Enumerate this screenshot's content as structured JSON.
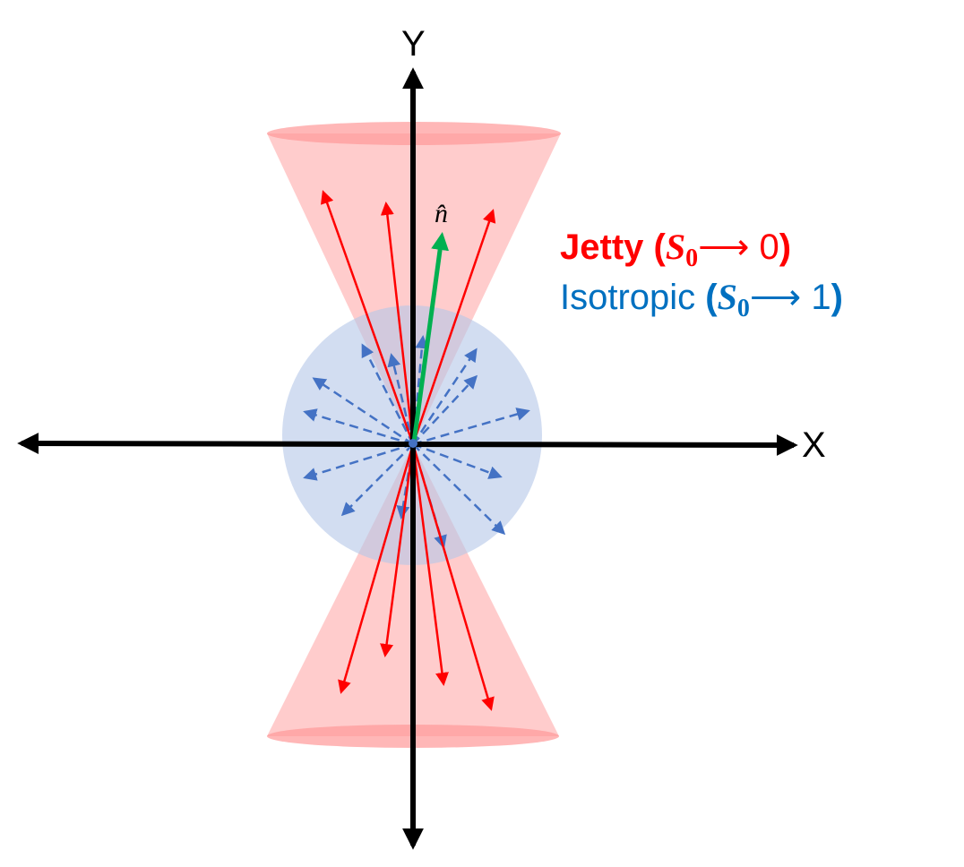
{
  "axes": {
    "x_label": "X",
    "y_label": "Y"
  },
  "vector_label": "n̂",
  "legend": {
    "jetty": {
      "word": "Jetty",
      "open": "(",
      "symbol": "S",
      "subscript": "0",
      "arrow_value": "⟶ 0",
      "close": ")",
      "color": "#ff0000"
    },
    "isotropic": {
      "word": "Isotropic",
      "open": "(",
      "symbol": "S",
      "subscript": "0",
      "arrow_value": "⟶ 1",
      "close": ")",
      "color": "#0070c0"
    }
  },
  "colors": {
    "axis": "#000000",
    "cone_fill": "#ff9999",
    "sphere_fill": "#b4c7e7",
    "jetty_arrow": "#ff0000",
    "isotropic_arrow": "#4472c4",
    "normal_vector": "#00b050"
  }
}
